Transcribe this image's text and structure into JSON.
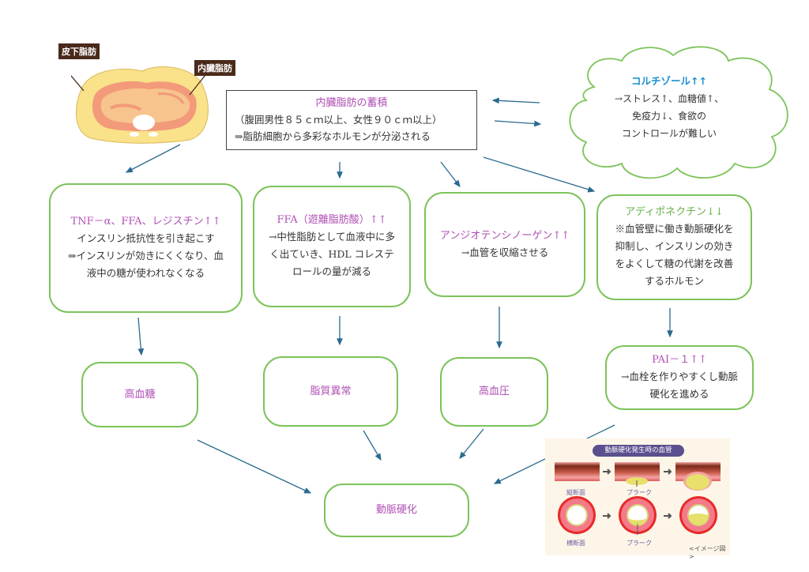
{
  "abdomen": {
    "subcutaneous_label": "皮下脂肪",
    "visceral_label": "内臓脂肪"
  },
  "main": {
    "title": "内臓脂肪の蓄積",
    "line1": "（腹囲男性８５ｃｍ以上、女性９０ｃｍ以上）",
    "line2": "⇒脂肪細胞から多彩なホルモンが分泌される"
  },
  "cloud": {
    "title": "コルチゾール↑↑",
    "lines": [
      "→ストレス↑、血糖値↑、",
      "免疫力↓、食欲の",
      "コントロールが難しい"
    ]
  },
  "boxes": {
    "tnf": {
      "title": "TNF－α、FFA、レジスチン↑↑",
      "lines": [
        "インスリン抵抗性を引き起こす",
        "⇒インスリンが効きにくくなり、血",
        "液中の糖が使われなくなる"
      ]
    },
    "ffa": {
      "title": "FFA（遊離脂肪酸）↑↑",
      "lines": [
        "→中性脂肪として血液中に多",
        "く出ていき、HDL コレステ",
        "ロールの量が減る"
      ]
    },
    "angio": {
      "title": "アンジオテンシノーゲン↑↑",
      "lines": [
        "→血管を収縮させる"
      ]
    },
    "adipo": {
      "title": "アディポネクチン↓↓",
      "lines": [
        "※血管壁に働き動脈硬化を",
        "抑制し、インスリンの効き",
        "をよくして糖の代謝を改善",
        "するホルモン"
      ]
    },
    "pai": {
      "title": "PAI－１↑↑",
      "lines": [
        "→血栓を作りやすくし動脈",
        "硬化を進める"
      ]
    },
    "hyperglycemia": {
      "title": "高血糖"
    },
    "dyslipidemia": {
      "title": "脂質異常"
    },
    "hypertension": {
      "title": "高血圧"
    },
    "arteriosclerosis": {
      "title": "動脈硬化"
    }
  },
  "figure": {
    "title": "動脈硬化発生時の血管",
    "longitudinal_label": "縦断面",
    "cross_label": "横断面",
    "plaque_label_1": "プラーク",
    "plaque_label_2": "プラーク",
    "note": "<イメージ図>"
  },
  "colors": {
    "box_border": "#7cc35a",
    "title_purple": "#b04fb5",
    "arrow": "#2a6a8f",
    "cloud_title": "#1a90d0"
  }
}
